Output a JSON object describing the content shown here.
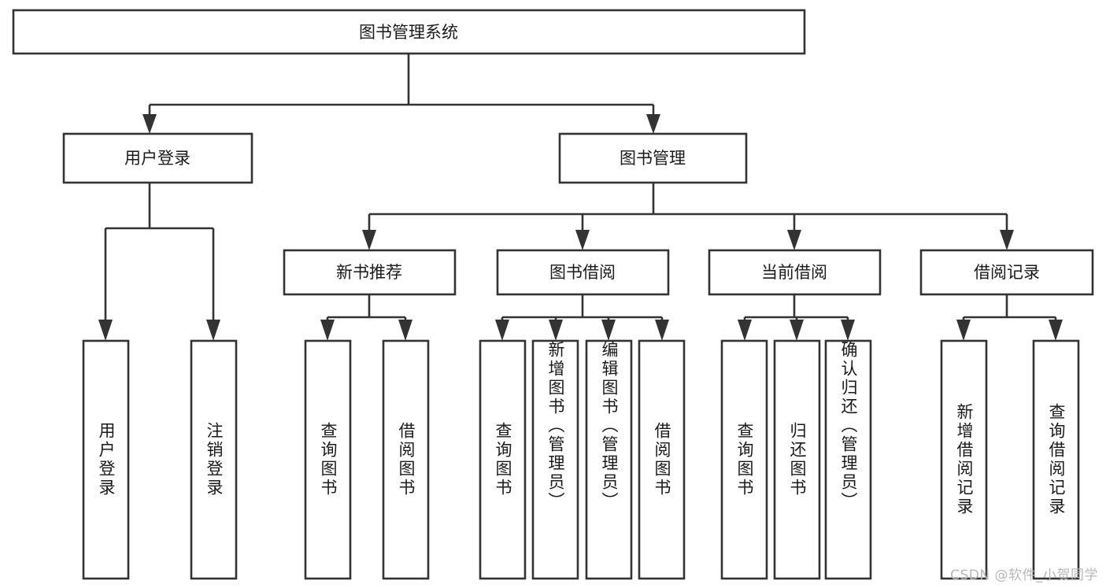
{
  "diagram": {
    "type": "tree",
    "title": "图书管理系统",
    "colors": {
      "box_stroke": "#333333",
      "box_fill": "#ffffff",
      "text": "#1a1a1a",
      "background": "#ffffff",
      "watermark": "#b8b8b8"
    },
    "root": {
      "label": "图书管理系统"
    },
    "level2": [
      {
        "label": "用户登录"
      },
      {
        "label": "图书管理"
      }
    ],
    "level3": [
      {
        "label": "新书推荐"
      },
      {
        "label": "图书借阅"
      },
      {
        "label": "当前借阅"
      },
      {
        "label": "借阅记录"
      }
    ],
    "leaves": {
      "user_login": [
        {
          "label": "用户登录"
        },
        {
          "label": "注销登录"
        }
      ],
      "new_book_recommend": [
        {
          "label": "查询图书"
        },
        {
          "label": "借阅图书"
        }
      ],
      "book_borrow": [
        {
          "label": "查询图书"
        },
        {
          "label": "新增图书（管理员）"
        },
        {
          "label": "编辑图书（管理员）"
        },
        {
          "label": "借阅图书"
        }
      ],
      "current_borrow": [
        {
          "label": "查询图书"
        },
        {
          "label": "归还图书"
        },
        {
          "label": "确认归还（管理员）"
        }
      ],
      "borrow_record": [
        {
          "label": "新增借阅记录"
        },
        {
          "label": "查询借阅记录"
        }
      ]
    }
  },
  "watermark": {
    "text": "CSDN @软件_小贺同学"
  }
}
